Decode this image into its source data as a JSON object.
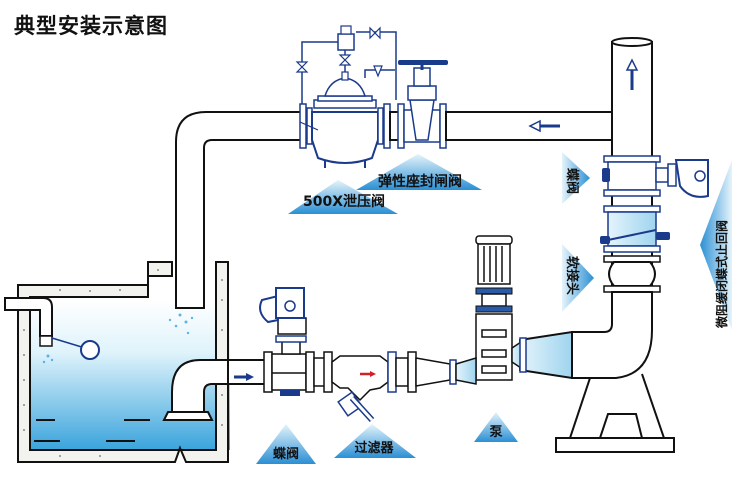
{
  "title": "典型安装示意图",
  "labels": {
    "resilient_gate_valve": "弹性座封闸阀",
    "pressure_relief_valve": "500X泄压阀",
    "butterfly_valve_top": "蝶阀",
    "flexible_joint": "软接头",
    "check_valve": "微阻缓闭蝶式止回阀",
    "butterfly_valve_bottom": "蝶阀",
    "strainer": "过滤器",
    "pump": "泵"
  },
  "colors": {
    "outline": "#111111",
    "valve_blue": "#1a3a8c",
    "water_light": "#dff3fb",
    "water_deep": "#3aa4dc",
    "label_tri_light": "#d8eef8",
    "label_tri_dark": "#2a8fd4",
    "flow_arrow": "#1a3a8c",
    "strainer_arrow": "#d0202a"
  }
}
